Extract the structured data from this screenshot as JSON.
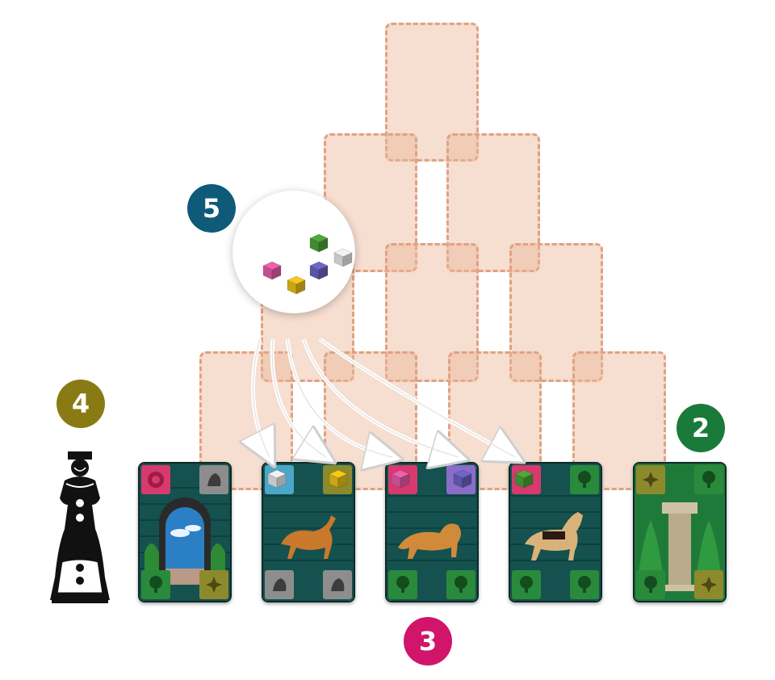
{
  "markers": {
    "marker_5": {
      "label": "5",
      "color": "#0f5a78"
    },
    "marker_4": {
      "label": "4",
      "color": "#8a7a14"
    },
    "marker_2": {
      "label": "2",
      "color": "#1a7a3a"
    },
    "marker_3": {
      "label": "3",
      "color": "#d0156a"
    }
  },
  "pyramid": {
    "slots": 10,
    "rows": [
      1,
      2,
      3,
      4
    ]
  },
  "supply_cubes": [
    "green",
    "white",
    "pink",
    "purple",
    "yellow"
  ],
  "cards": [
    {
      "type": "tower-gate",
      "badges": [
        "rose",
        "stone",
        "garden",
        "olive"
      ],
      "cubes": []
    },
    {
      "type": "beast-bull",
      "badges": [
        "sky",
        "olive",
        "stone",
        "stone"
      ],
      "cubes": [
        "white",
        "yellow"
      ]
    },
    {
      "type": "beast-lion",
      "badges": [
        "rose",
        "purple",
        "garden",
        "garden"
      ],
      "cubes": [
        "pink",
        "purple"
      ]
    },
    {
      "type": "beast-horse",
      "badges": [
        "rose",
        "garden",
        "garden",
        "garden"
      ],
      "cubes": [
        "green"
      ]
    },
    {
      "type": "garden-column",
      "badges": [
        "olive",
        "garden",
        "garden",
        "olive"
      ],
      "cubes": []
    }
  ],
  "colors": {
    "cube_green": "#4ea83a",
    "cube_white": "#f2f2f2",
    "cube_pink": "#ef5fb0",
    "cube_purple": "#6e66c8",
    "cube_yellow": "#f5c81a"
  }
}
